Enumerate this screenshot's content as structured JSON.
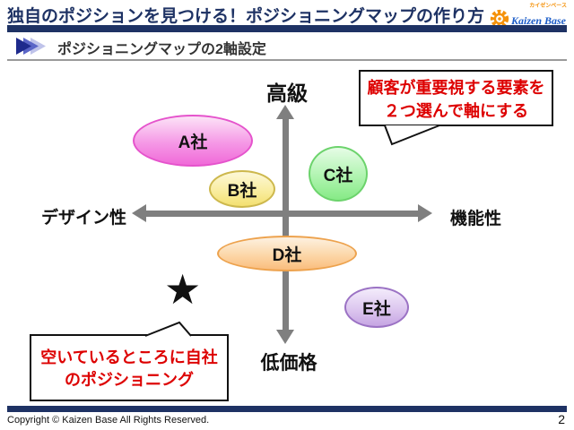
{
  "slide": {
    "header": {
      "title": "独自のポジションを見つける！ポジショニングマップの作り方",
      "logo": {
        "brand": "Kaizen Base",
        "brand_katakana": "カイゼンベース",
        "gear_color": "#f5920a",
        "brand_color": "#1b5cc8"
      },
      "bar_color": "#1e3264"
    },
    "section": {
      "heading": "ポジショニングマップの2軸設定"
    },
    "diagram": {
      "axes": {
        "top": "高級",
        "bottom": "低価格",
        "left": "デザイン性",
        "right": "機能性",
        "axis_color": "#7f7f7f"
      },
      "companies": [
        {
          "label": "A社",
          "position": "upper-left (high-grade / design)",
          "fill": "#f598e6",
          "border": "#e553cc"
        },
        {
          "label": "B社",
          "position": "upper-center-left",
          "fill": "#f9eda0",
          "border": "#cdb84d"
        },
        {
          "label": "C社",
          "position": "upper-right (high-grade / function)",
          "fill": "#b0f4b0",
          "border": "#6cd36c"
        },
        {
          "label": "D社",
          "position": "lower-center (low price)",
          "fill": "#fcd7a8",
          "border": "#eda24d"
        },
        {
          "label": "E社",
          "position": "lower-right (low price / function)",
          "fill": "#ddc7ef",
          "border": "#9b72c4"
        }
      ],
      "star": {
        "glyph": "★",
        "position": "lower-left (open position)",
        "color": "#111111"
      }
    },
    "callouts": {
      "axis_note": {
        "line1": "顧客が重要視する要素を",
        "line2": "２つ選んで軸にする",
        "text_color": "#dd0000"
      },
      "star_note": {
        "line1": "空いているところに自社",
        "line2": "のポジショニング",
        "text_color": "#dd0000"
      }
    },
    "footer": {
      "copyright": "Copyright ©  Kaizen Base  All Rights Reserved.",
      "page_number": "2"
    }
  }
}
